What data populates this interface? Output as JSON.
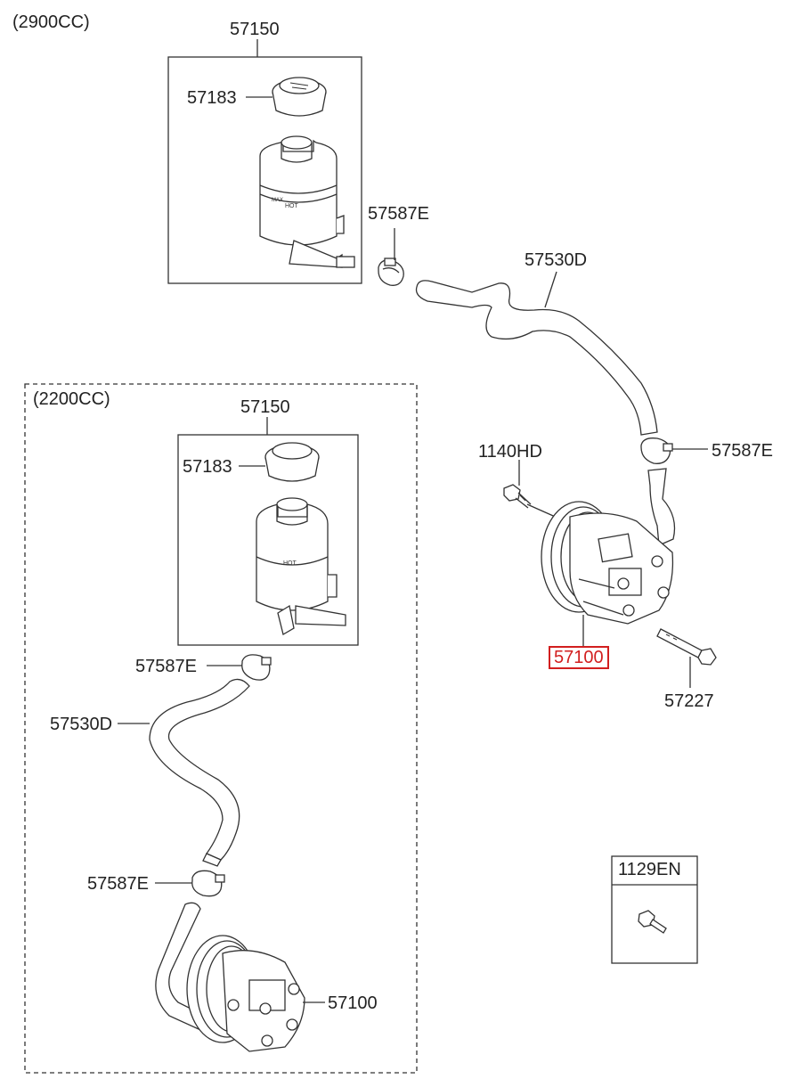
{
  "sections": {
    "upper": {
      "label": "(2900CC)"
    },
    "lower": {
      "label": "(2200CC)"
    }
  },
  "upper_labels": {
    "reservoir_group": "57150",
    "cap": "57183",
    "clamp_top": "57587E",
    "hose": "57530D",
    "clamp_pump": "57587E",
    "bolt_small": "1140HD",
    "pump": "57100",
    "bolt_long": "57227"
  },
  "lower_labels": {
    "reservoir_group": "57150",
    "cap": "57183",
    "clamp_top": "57587E",
    "hose": "57530D",
    "clamp_bottom": "57587E",
    "pump": "57100"
  },
  "legend_box": {
    "label": "1129EN"
  },
  "highlight_color": "#d21f1f"
}
